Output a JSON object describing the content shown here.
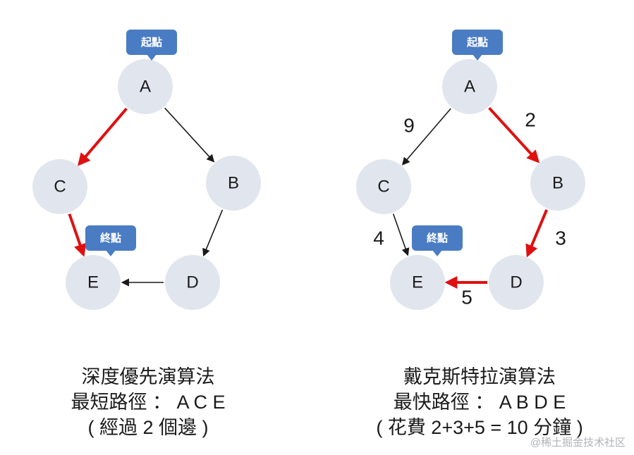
{
  "colors": {
    "node_fill": "#e1e6ee",
    "badge_fill": "#4a7cc3",
    "edge_default": "#1a1a1a",
    "edge_highlight": "#e01010"
  },
  "left_graph": {
    "nodes": [
      {
        "id": "A",
        "label": "A"
      },
      {
        "id": "B",
        "label": "B"
      },
      {
        "id": "C",
        "label": "C"
      },
      {
        "id": "D",
        "label": "D"
      },
      {
        "id": "E",
        "label": "E"
      }
    ],
    "edges": [
      {
        "from": "A",
        "to": "C",
        "highlight": true
      },
      {
        "from": "A",
        "to": "B",
        "highlight": false
      },
      {
        "from": "C",
        "to": "E",
        "highlight": true
      },
      {
        "from": "B",
        "to": "D",
        "highlight": false
      },
      {
        "from": "D",
        "to": "E",
        "highlight": false
      }
    ],
    "start_badge": "起點",
    "end_badge": "終點"
  },
  "right_graph": {
    "nodes": [
      {
        "id": "A",
        "label": "A"
      },
      {
        "id": "B",
        "label": "B"
      },
      {
        "id": "C",
        "label": "C"
      },
      {
        "id": "D",
        "label": "D"
      },
      {
        "id": "E",
        "label": "E"
      }
    ],
    "edges": [
      {
        "from": "A",
        "to": "C",
        "weight": "9",
        "highlight": false
      },
      {
        "from": "A",
        "to": "B",
        "weight": "2",
        "highlight": true
      },
      {
        "from": "C",
        "to": "E",
        "weight": "4",
        "highlight": false
      },
      {
        "from": "B",
        "to": "D",
        "weight": "3",
        "highlight": true
      },
      {
        "from": "D",
        "to": "E",
        "weight": "5",
        "highlight": true
      }
    ],
    "start_badge": "起點",
    "end_badge": "終點"
  },
  "captions": {
    "left": {
      "line1": "深度優先演算法",
      "line2": "最短路徑 ： A C E",
      "line3": "( 經過 2 個邊 )"
    },
    "right": {
      "line1": "戴克斯特拉演算法",
      "line2": "最快路徑 ： A B D E",
      "line3": "( 花費 2+3+5 = 10 分鐘 )"
    }
  },
  "watermark": "@稀土掘金技术社区"
}
